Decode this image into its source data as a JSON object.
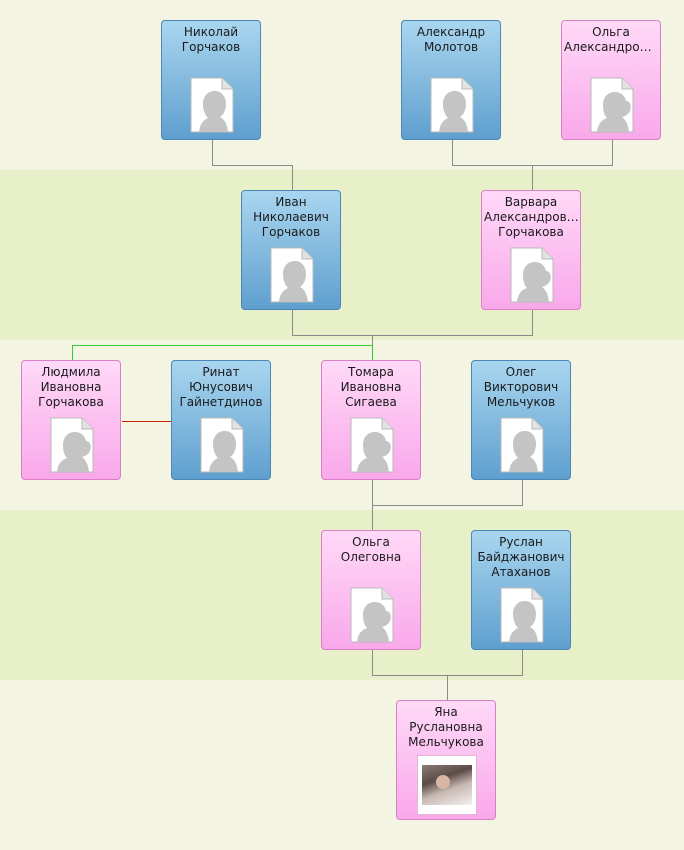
{
  "colors": {
    "band_light": "#f3f5e2",
    "band_dark": "#e7f0c8",
    "male_card": "#6fa9d6",
    "female_card": "#fbb6ee",
    "line_default": "#8a8a8a",
    "line_sibling": "#33cc33",
    "line_spouse": "#cc2200"
  },
  "icons": {
    "male_placeholder": "male-silhouette-icon",
    "female_placeholder": "female-silhouette-icon"
  },
  "people": [
    {
      "id": "nikolai",
      "gender": "male",
      "name": "Николай\nГорчаков",
      "photo": false
    },
    {
      "id": "aleksandr",
      "gender": "male",
      "name": "Александр\nМолотов",
      "photo": false
    },
    {
      "id": "olga_a",
      "gender": "female",
      "name": "Ольга\nАлександров…",
      "photo": false
    },
    {
      "id": "ivan",
      "gender": "male",
      "name": "Иван\nНиколаевич\nГорчаков",
      "photo": false
    },
    {
      "id": "varvara",
      "gender": "female",
      "name": "Варвара\nАлександров…\nГорчакова",
      "photo": false
    },
    {
      "id": "lyudmila",
      "gender": "female",
      "name": "Людмила\nИвановна\nГорчакова",
      "photo": false
    },
    {
      "id": "rinat",
      "gender": "male",
      "name": "Ринат\nЮнусович\nГайнетдинов",
      "photo": false
    },
    {
      "id": "tomara",
      "gender": "female",
      "name": "Томара\nИвановна\nСигаева",
      "photo": false
    },
    {
      "id": "oleg",
      "gender": "male",
      "name": "Олег\nВикторович\nМельчуков",
      "photo": false
    },
    {
      "id": "olga_o",
      "gender": "female",
      "name": "Ольга\nОлеговна",
      "photo": false
    },
    {
      "id": "ruslan",
      "gender": "male",
      "name": "Руслан\nБайджанович\nАтаханов",
      "photo": false
    },
    {
      "id": "yana",
      "gender": "female",
      "name": "Яна\nРуслановна\nМельчукова",
      "photo": true
    }
  ]
}
